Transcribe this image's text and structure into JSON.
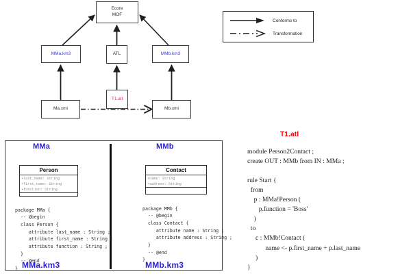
{
  "megamodel": {
    "nodes": [
      {
        "id": "ecore",
        "label_lines": [
          "Ecore",
          "MOF"
        ],
        "color": "black"
      },
      {
        "id": "mma_km3",
        "label_lines": [
          "MMa.km3"
        ],
        "color": "blue"
      },
      {
        "id": "atl",
        "label_lines": [
          "ATL"
        ],
        "color": "black"
      },
      {
        "id": "mmb_km3",
        "label_lines": [
          "MMb.km3"
        ],
        "color": "blue"
      },
      {
        "id": "t1_atl",
        "label_lines": [
          "T1.atl"
        ],
        "color": "red"
      },
      {
        "id": "ma_xmi",
        "label_lines": [
          "Ma.xmi"
        ],
        "color": "black"
      },
      {
        "id": "mb_xmi",
        "label_lines": [
          "Mb.xmi"
        ],
        "color": "black"
      }
    ]
  },
  "legend": {
    "conforms_to": "Conforms to",
    "transformation": "Transformation"
  },
  "metamodel_panel": {
    "left": {
      "title": "MMa",
      "file_label": "MMa.km3",
      "uml": {
        "class_name": "Person",
        "attributes": [
          "+last_name: String",
          "+first_name: String",
          "+function: String"
        ]
      },
      "code": "package MMa {\n  -- @begin\n  class Person {\n     attribute last_name : String ;\n     attribute first_name : String ;\n     attribute function : String ;\n  }\n  -- @end\n}"
    },
    "right": {
      "title": "MMb",
      "file_label": "MMb.km3",
      "uml": {
        "class_name": "Contact",
        "attributes": [
          "+name: String",
          "+address: String"
        ]
      },
      "code": "package MMb {\n  -- @begin\n  class Contact {\n     attribute name : String ;\n     attribute address : String ;\n  }\n  -- @end\n}"
    }
  },
  "transformation_panel": {
    "title": "T1.atl",
    "code": "module Person2Contact ;\ncreate OUT : MMb from IN : MMa ;\n\nrule Start {\n  from\n    p : MMa!Person (\n       p.function = 'Boss'\n    )\n  to\n     c : MMb!Contact (\n           name <- p.first_name + p.last_name\n     )\n}"
  },
  "colors": {
    "blue": "#2a1fd8",
    "red": "#ee0000",
    "node_red": "#ee2b55",
    "line": "#2b2b2b",
    "attr_gray": "#8f8f8f"
  }
}
